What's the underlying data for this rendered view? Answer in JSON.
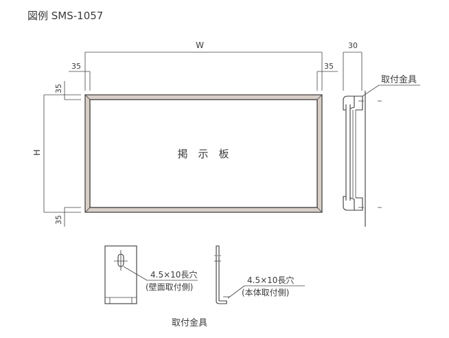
{
  "title": "図例 SMS-1057",
  "dims": {
    "width": "W",
    "height": "H",
    "margin_left": "35",
    "margin_right": "35",
    "margin_top": "35",
    "margin_bottom": "35",
    "depth": "30"
  },
  "board_label": "掲　示　板",
  "side_callout": "取付金具",
  "bracket": {
    "wall_hole": "4.5×10長穴",
    "wall_side": "(壁面取付側)",
    "body_hole": "4.5×10長穴",
    "body_side": "(本体取付側)",
    "caption": "取付金具"
  },
  "colors": {
    "line": "#3a3a3a",
    "frame_fill": "#d9cfc7",
    "frame_inner": "#efe9e4"
  }
}
